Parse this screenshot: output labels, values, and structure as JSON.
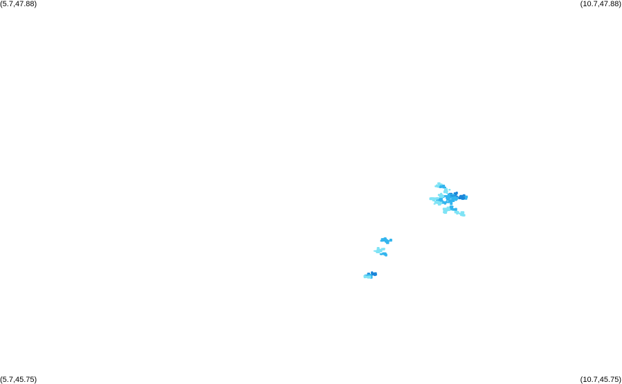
{
  "map": {
    "corners": {
      "top_left": "(5.7,47.88)",
      "top_right": "(10.7,47.88)",
      "bottom_left": "(5.7,45.75)",
      "bottom_right": "(10.7,45.75)"
    },
    "extent": {
      "lon_min": 5.7,
      "lon_max": 10.7,
      "lat_min": 45.75,
      "lat_max": 47.88
    },
    "colors": {
      "light": "#7fe3f5",
      "medium": "#33b5ee",
      "dark": "#1a85d8"
    },
    "clusters": [
      {
        "lon": 9.238,
        "lat": 46.754,
        "level": "medium"
      },
      {
        "lon": 9.25,
        "lat": 46.748,
        "level": "light"
      },
      {
        "lon": 9.19,
        "lat": 46.77,
        "level": "light"
      },
      {
        "lon": 9.32,
        "lat": 46.718,
        "level": "light"
      },
      {
        "lon": 9.356,
        "lat": 46.719,
        "level": "medium"
      },
      {
        "lon": 9.33,
        "lat": 46.75,
        "level": "medium"
      },
      {
        "lon": 9.217,
        "lat": 46.75,
        "level": "light"
      },
      {
        "lon": 9.278,
        "lat": 46.706,
        "level": "light"
      },
      {
        "lon": 8.688,
        "lat": 46.347,
        "level": "dark"
      },
      {
        "lon": 8.7,
        "lat": 46.349,
        "level": "dark"
      },
      {
        "lon": 8.662,
        "lat": 46.344,
        "level": "medium"
      },
      {
        "lon": 8.645,
        "lat": 46.338,
        "level": "light"
      },
      {
        "lon": 8.765,
        "lat": 46.49,
        "level": "light"
      },
      {
        "lon": 8.742,
        "lat": 46.48,
        "level": "light"
      },
      {
        "lon": 8.796,
        "lat": 46.533,
        "level": "medium"
      },
      {
        "lon": 8.82,
        "lat": 46.544,
        "level": "medium"
      },
      {
        "lon": 8.788,
        "lat": 46.462,
        "level": "medium"
      },
      {
        "lon": 9.245,
        "lat": 46.84,
        "level": "medium"
      },
      {
        "lon": 9.235,
        "lat": 46.85,
        "level": "light"
      },
      {
        "lon": 9.305,
        "lat": 46.812,
        "level": "light"
      },
      {
        "lon": 9.42,
        "lat": 46.778,
        "level": "medium"
      },
      {
        "lon": 9.405,
        "lat": 46.781,
        "level": "dark"
      },
      {
        "lon": 9.385,
        "lat": 46.691,
        "level": "light"
      },
      {
        "lon": 9.41,
        "lat": 46.688,
        "level": "light"
      },
      {
        "lon": 9.345,
        "lat": 46.794,
        "level": "dark"
      },
      {
        "lon": 9.34,
        "lat": 46.78,
        "level": "dark"
      },
      {
        "lon": 9.315,
        "lat": 46.786,
        "level": "medium"
      },
      {
        "lon": 9.355,
        "lat": 46.776,
        "level": "medium"
      },
      {
        "lon": 9.28,
        "lat": 46.78,
        "level": "medium"
      },
      {
        "lon": 9.3,
        "lat": 46.768,
        "level": "medium"
      },
      {
        "lon": 9.258,
        "lat": 46.775,
        "level": "medium"
      },
      {
        "lon": 9.245,
        "lat": 46.79,
        "level": "light"
      },
      {
        "lon": 9.27,
        "lat": 46.755,
        "level": "medium"
      }
    ]
  }
}
